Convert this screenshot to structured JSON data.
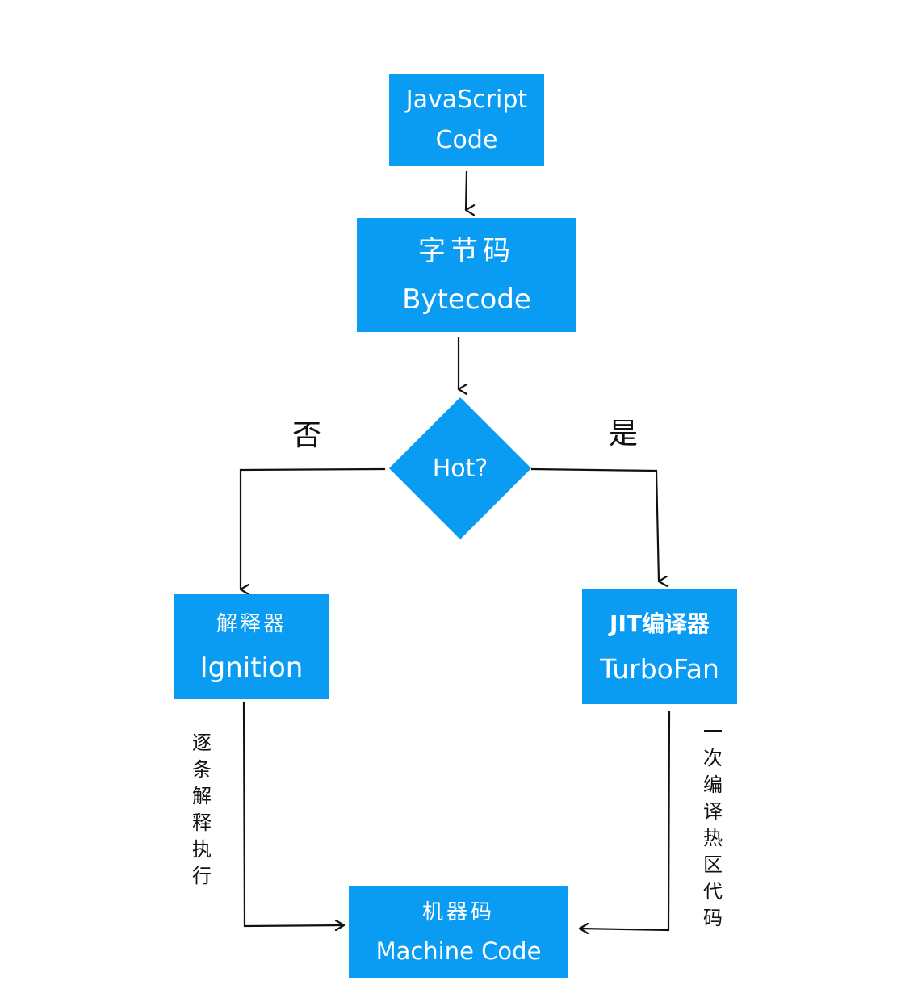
{
  "nodes": {
    "javascript_code": {
      "line1": "JavaScript",
      "line2": "Code"
    },
    "bytecode": {
      "line1": "字节码",
      "line2": "Bytecode"
    },
    "decision": {
      "label": "Hot?"
    },
    "interpreter": {
      "line1": "解释器",
      "line2": "Ignition"
    },
    "jit_compiler": {
      "line1": "JIT编译器",
      "line2": "TurboFan"
    },
    "machine_code": {
      "line1": "机器码",
      "line2": "Machine Code"
    }
  },
  "edges": {
    "no_label": "否",
    "yes_label": "是",
    "interpreter_note": "逐条解释执行",
    "jit_note": "一次编译热区代码"
  },
  "colors": {
    "node_fill": "#0a9cf3",
    "node_text": "#ffffff",
    "arrow": "#111111"
  }
}
